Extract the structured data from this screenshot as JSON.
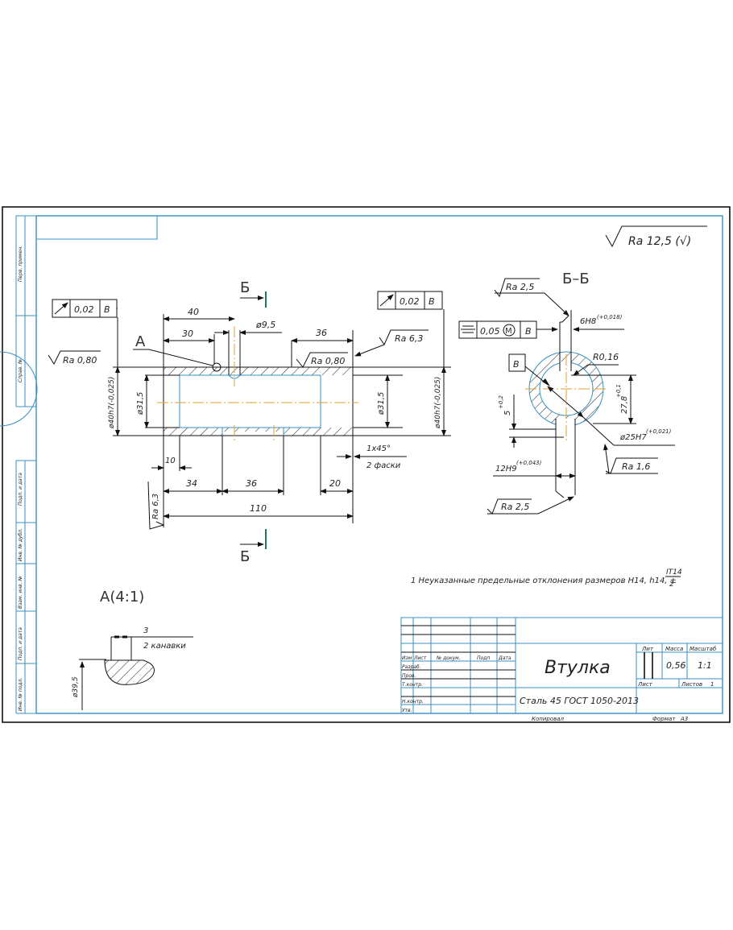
{
  "title_block": {
    "part_name": "Втулка",
    "material": "Сталь 45  ГОСТ 1050-2013",
    "headers": {
      "lit": "Лит",
      "mass": "Масса",
      "scale": "Масштаб"
    },
    "mass_value": "0,56",
    "scale_value": "1:1",
    "sheet_label": "Лист",
    "sheets_label": "Листов",
    "sheets_value": "1",
    "rows": [
      "Изм",
      "Лист",
      "№ докум.",
      "Подп",
      "Дата"
    ],
    "roles": [
      "Разраб.",
      "Пров.",
      "Т.контр.",
      "",
      "Н.контр.",
      "Утв."
    ],
    "footer_copy": "Копировал",
    "footer_format": "Формат",
    "format_value": "А3"
  },
  "side_strip": {
    "top": [
      "Перв. примен.",
      "Справ. №"
    ],
    "bottom": [
      "Подп. и дата",
      "Инв. № дубл.",
      "Взам. инв. №",
      "Подп. и дата",
      "Инв. № подл."
    ]
  },
  "general_roughness": "Ra 12,5 (√)",
  "note": "1 Неуказанные предельные отклонения размеров H14, h14, ±",
  "note_fraction": {
    "num": "IT14",
    "den": "2"
  },
  "main_view": {
    "section_mark": "Б",
    "detail_mark": "А",
    "tol_left": {
      "value": "0,02",
      "datum": "В"
    },
    "tol_right": {
      "value": "0,02",
      "datum": "В"
    },
    "ra_left": "Ra 0,80",
    "ra_top": "Ra 0,80",
    "ra_right": "Ra 6,3",
    "ra_bottom": "Ra 6,3",
    "dims": {
      "d40": "40",
      "d30": "30",
      "hole": "ø9,5",
      "d36top": "36",
      "dia_outer_left": "ø40h7(-0,025)",
      "dia_inner_left": "ø31,5",
      "dia_inner_right": "ø31,5",
      "dia_outer_right": "ø40h7(-0,025)",
      "d10": "10",
      "d34": "34",
      "d36": "36",
      "d20": "20",
      "d110": "110",
      "chamfer": "1x45°",
      "chamfer_note": "2 фаски"
    }
  },
  "section_view": {
    "title": "Б–Б",
    "ra_top": "Ra 2,5",
    "ra_bottom": "Ra 2,5",
    "ra_right": "Ra 1,6",
    "tol": {
      "value": "0,05",
      "modifier": "M",
      "datum": "В"
    },
    "datum_box": "В",
    "keyway": "6H8",
    "keyway_tol": "(+0,018)",
    "radius": "R0,16",
    "depth": "27,8",
    "depth_tol": "+0,1",
    "slot_depth": "5",
    "slot_depth_tol": "+0,2",
    "bore": "ø25H7",
    "bore_tol": "(+0,021)",
    "slot_width": "12H9",
    "slot_width_tol": "(+0,043)"
  },
  "detail_view": {
    "title": "А(4:1)",
    "width": "3",
    "note": "2 канавки",
    "diameter": "ø39,5"
  }
}
